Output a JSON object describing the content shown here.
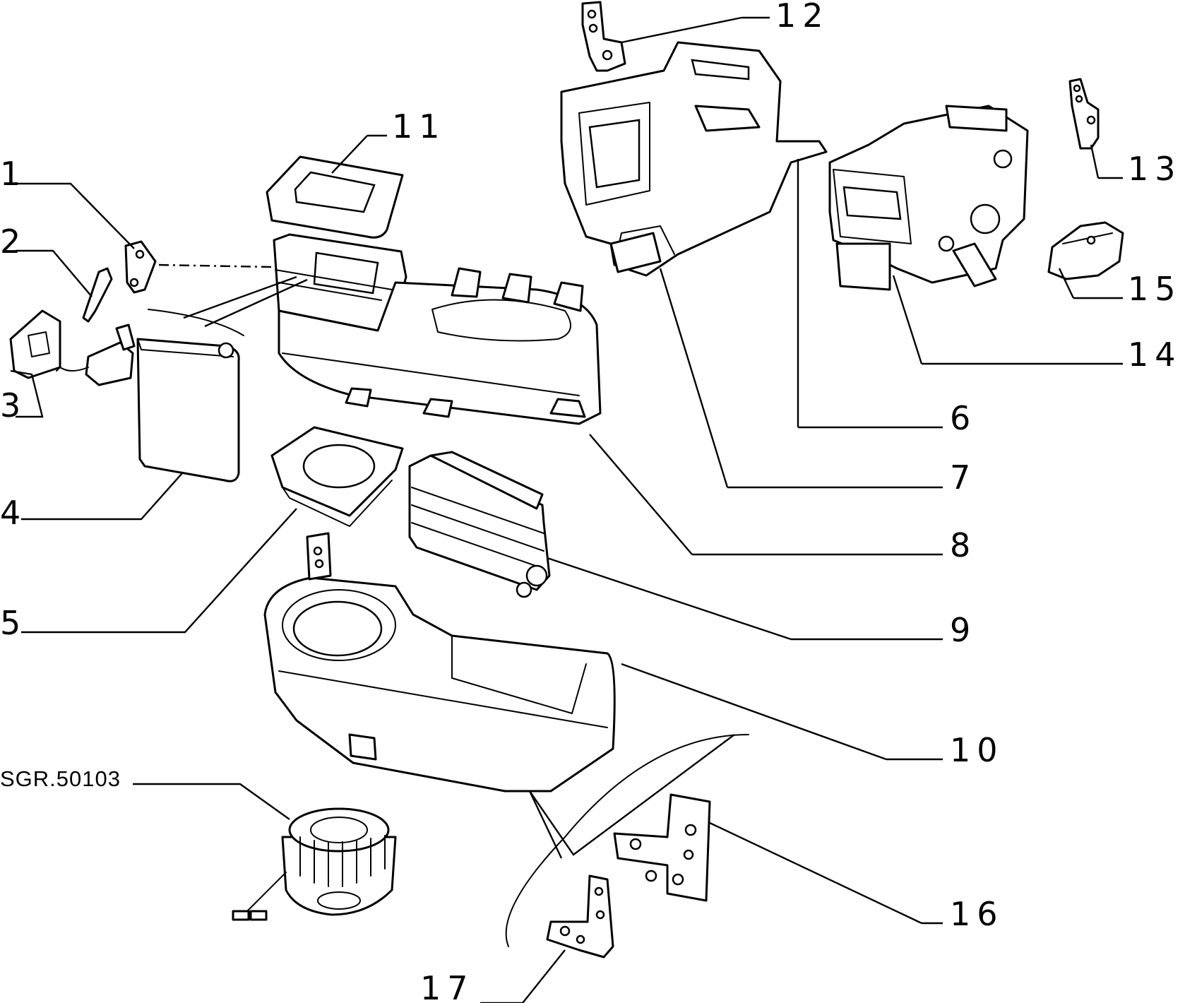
{
  "drawing_code": "SGR.50103",
  "callouts": [
    {
      "id": "1",
      "text": "1"
    },
    {
      "id": "2",
      "text": "2"
    },
    {
      "id": "3",
      "text": "3"
    },
    {
      "id": "4",
      "text": "4"
    },
    {
      "id": "5",
      "text": "5"
    },
    {
      "id": "6",
      "text": "6"
    },
    {
      "id": "7",
      "text": "7"
    },
    {
      "id": "8",
      "text": "8"
    },
    {
      "id": "9",
      "text": "9"
    },
    {
      "id": "10",
      "text": "10"
    },
    {
      "id": "11",
      "text": "11"
    },
    {
      "id": "12",
      "text": "12"
    },
    {
      "id": "13",
      "text": "13"
    },
    {
      "id": "14",
      "text": "14"
    },
    {
      "id": "15",
      "text": "15"
    },
    {
      "id": "16",
      "text": "16"
    },
    {
      "id": "17",
      "text": "17"
    }
  ]
}
